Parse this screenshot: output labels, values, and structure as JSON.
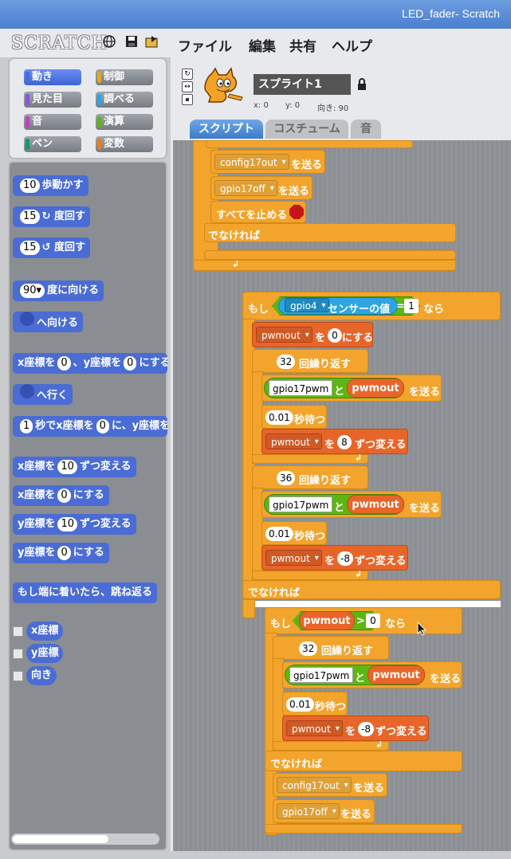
{
  "window": {
    "title": "LED_fader- Scratch"
  },
  "app": {
    "logo": "SCRATCH"
  },
  "menu": {
    "file": "ファイル",
    "edit": "編集",
    "share": "共有",
    "help": "ヘルプ"
  },
  "toolbar_icons": [
    "globe-icon",
    "save-icon",
    "share-icon"
  ],
  "categories": [
    {
      "label": "動き",
      "color": "#4a6cd4",
      "selected": true
    },
    {
      "label": "制御",
      "color": "#e1a91a"
    },
    {
      "label": "見た目",
      "color": "#8a55d7"
    },
    {
      "label": "調べる",
      "color": "#2ca5e2"
    },
    {
      "label": "音",
      "color": "#bb42c3"
    },
    {
      "label": "演算",
      "color": "#5cb712"
    },
    {
      "label": "ペン",
      "color": "#0e9a6c"
    },
    {
      "label": "変数",
      "color": "#ee7d16"
    }
  ],
  "palette": {
    "move_n": "10",
    "move": "歩動かす",
    "turn_r_n": "15",
    "turn_r": "度回す",
    "turn_l_n": "15",
    "turn_l": "度回す",
    "point_dir_n": "90",
    "point_dir": "度に向ける",
    "point_towards": "へ向ける",
    "goto_xy_a": "x座標を",
    "goto_xy_x": "0",
    "goto_xy_b": "、y座標を",
    "goto_xy_y": "0",
    "goto_xy_c": "にする",
    "goto": "へ行く",
    "glide_n": "1",
    "glide_a": "秒でx座標を",
    "glide_x": "0",
    "glide_b": "に、y座標を",
    "change_x_a": "x座標を",
    "change_x_n": "10",
    "change_x_b": "ずつ変える",
    "set_x_a": "x座標を",
    "set_x_n": "0",
    "set_x_b": "にする",
    "change_y_a": "y座標を",
    "change_y_n": "10",
    "change_y_b": "ずつ変える",
    "set_y_a": "y座標を",
    "set_y_n": "0",
    "set_y_b": "にする",
    "bounce": "もし端に着いたら、跳ね返る",
    "rep_x": "x座標",
    "rep_y": "y座標",
    "rep_dir": "向き"
  },
  "sprite": {
    "name": "スプライト1",
    "x_label": "x: 0",
    "y_label": "y: 0",
    "dir_label": "向き: 90"
  },
  "tabs": {
    "scripts": "スクリプト",
    "costumes": "コスチューム",
    "sounds": "音"
  },
  "script": {
    "send": "を送る",
    "config17out": "config17out",
    "gpio17off": "gpio17off",
    "stop_all": "すべてを止める",
    "else": "でなければ",
    "if": "もし",
    "then": "なら",
    "gpio4": "gpio4",
    "sensor_value": "センサーの値",
    "eq": "=",
    "one": "1",
    "pwmout": "pwmout",
    "to": "を",
    "set_to": "にする",
    "zero": "0",
    "repeat": "回繰り返す",
    "r32": "32",
    "r36": "36",
    "gpio17pwm": "gpio17pwm",
    "and": "と",
    "wait_n": "0.01",
    "wait": "秒待つ",
    "change": "ずつ変える",
    "plus8": "8",
    "minus8": "-8",
    "gt": ">"
  }
}
